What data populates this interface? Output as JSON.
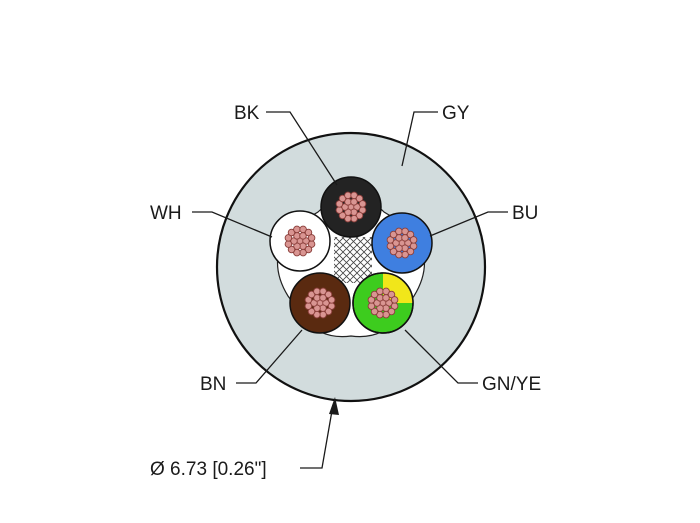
{
  "diagram": {
    "labels": {
      "bk": "BK",
      "gy": "GY",
      "wh": "WH",
      "bu": "BU",
      "bn": "BN",
      "gnye": "GN/YE",
      "diameter": "Ø 6.73 [0.26\"]"
    },
    "colors": {
      "jacket": "#d2dcdd",
      "black": "#232323",
      "white": "#ffffff",
      "blue": "#3f7fe0",
      "brown": "#5a2a10",
      "green": "#3dcc1e",
      "yellow": "#f1e61a",
      "copper": "#d99592",
      "copper_dark": "#8a3e3a"
    }
  }
}
